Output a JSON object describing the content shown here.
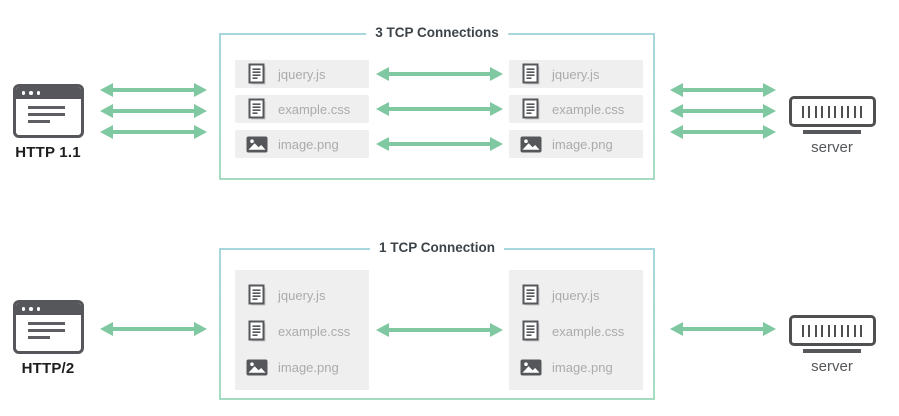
{
  "diagram": {
    "colors": {
      "arrow": "#7fc8a1",
      "border_top": "#a7d6de",
      "border_bottom": "#a5dcc1",
      "panel": "#efefef",
      "filename": "#ababab"
    },
    "sections": [
      {
        "client_label": "HTTP 1.1",
        "box_title": "3 TCP Connections",
        "server_label": "server",
        "connection_arrows": 3,
        "files": [
          {
            "name": "jquery.js",
            "icon": "document-icon"
          },
          {
            "name": "example.css",
            "icon": "document-icon"
          },
          {
            "name": "image.png",
            "icon": "image-icon"
          }
        ]
      },
      {
        "client_label": "HTTP/2",
        "box_title": "1 TCP Connection",
        "server_label": "server",
        "connection_arrows": 1,
        "files": [
          {
            "name": "jquery.js",
            "icon": "document-icon"
          },
          {
            "name": "example.css",
            "icon": "document-icon"
          },
          {
            "name": "image.png",
            "icon": "image-icon"
          }
        ]
      }
    ]
  }
}
